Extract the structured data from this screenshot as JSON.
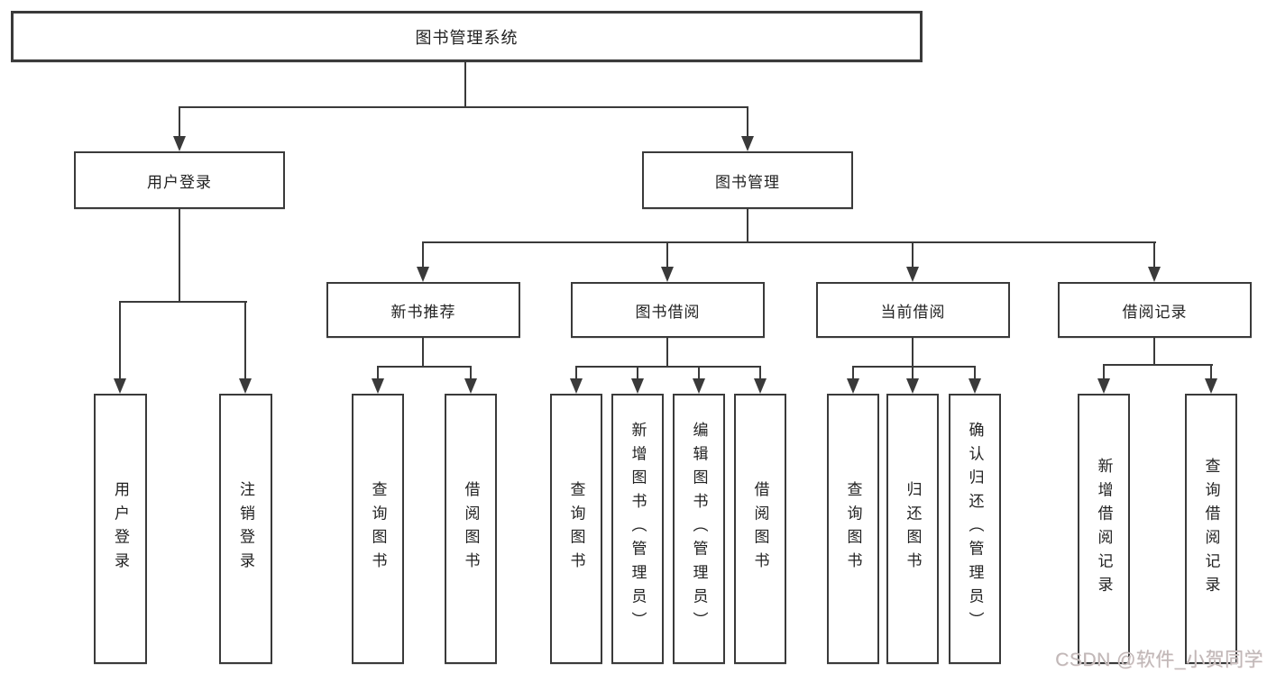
{
  "colors": {
    "background": "#ffffff",
    "line": "#3a3a3a",
    "box_border": "#3a3a3a",
    "text": "#222222",
    "watermark": "#c0b8b8"
  },
  "watermark": {
    "text": "CSDN @软件_小贺同学"
  },
  "tree": {
    "root": {
      "label": "图书管理系统"
    },
    "level2": [
      {
        "label": "用户登录"
      },
      {
        "label": "图书管理"
      }
    ],
    "level3": [
      {
        "label": "新书推荐"
      },
      {
        "label": "图书借阅"
      },
      {
        "label": "当前借阅"
      },
      {
        "label": "借阅记录"
      }
    ],
    "leaves": {
      "user_login": [
        "用户登录",
        "注销登录"
      ],
      "new_book_recommend": [
        "查询图书",
        "借阅图书"
      ],
      "book_borrow": [
        "查询图书",
        "新增图书（管理员）",
        "编辑图书（管理员）",
        "借阅图书"
      ],
      "current_borrow": [
        "查询图书",
        "归还图书",
        "确认归还（管理员）"
      ],
      "borrow_records": [
        "新增借阅记录",
        "查询借阅记录"
      ]
    }
  }
}
